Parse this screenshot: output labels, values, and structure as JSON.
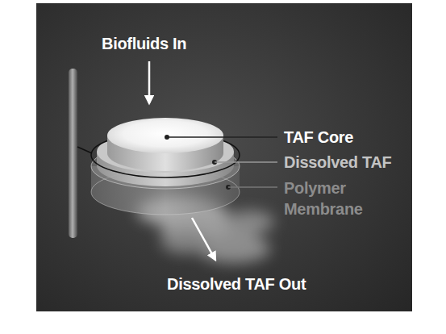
{
  "diagram": {
    "labels": [
      "Biofluids In",
      "TAF Core",
      "Dissolved TAF",
      "Polymer Membrane",
      "Dissolved TAF Out"
    ]
  }
}
